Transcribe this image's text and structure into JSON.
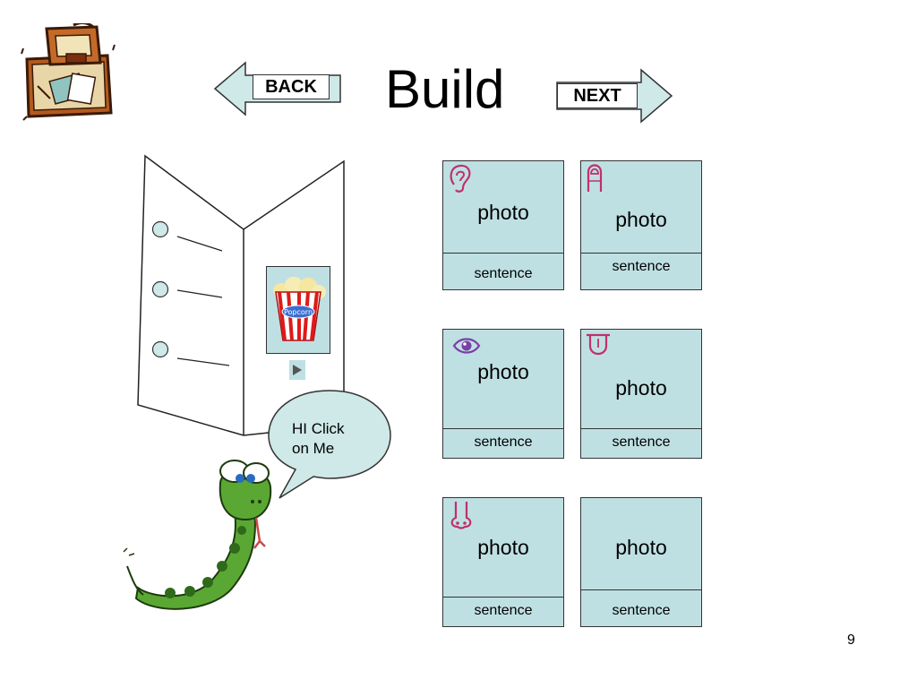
{
  "slide": {
    "title": "Build",
    "page_number": "9"
  },
  "nav": {
    "back_label": "BACK",
    "next_label": "NEXT"
  },
  "speech_bubble": {
    "text_line1": "HI  Click",
    "text_line2": "on Me"
  },
  "menu_card": {
    "popcorn_label": "Popcorn"
  },
  "cards": [
    {
      "sense_icon": "ear-icon",
      "photo_label": "photo",
      "sentence_label": "sentence"
    },
    {
      "sense_icon": "finger-icon",
      "photo_label": "photo",
      "sentence_label": "sentence"
    },
    {
      "sense_icon": "eye-icon",
      "photo_label": "photo",
      "sentence_label": "sentence"
    },
    {
      "sense_icon": "tongue-icon",
      "photo_label": "photo",
      "sentence_label": "sentence"
    },
    {
      "sense_icon": "nose-icon",
      "photo_label": "photo",
      "sentence_label": "sentence"
    },
    {
      "sense_icon": "",
      "photo_label": "photo",
      "sentence_label": "sentence"
    }
  ],
  "colors": {
    "card_fill": "#bfe0e3",
    "arrow_fill": "#cfe8e8",
    "sense_icon": "#c0306a",
    "eye_icon": "#7a3fa8",
    "snake_green": "#5aa833"
  }
}
